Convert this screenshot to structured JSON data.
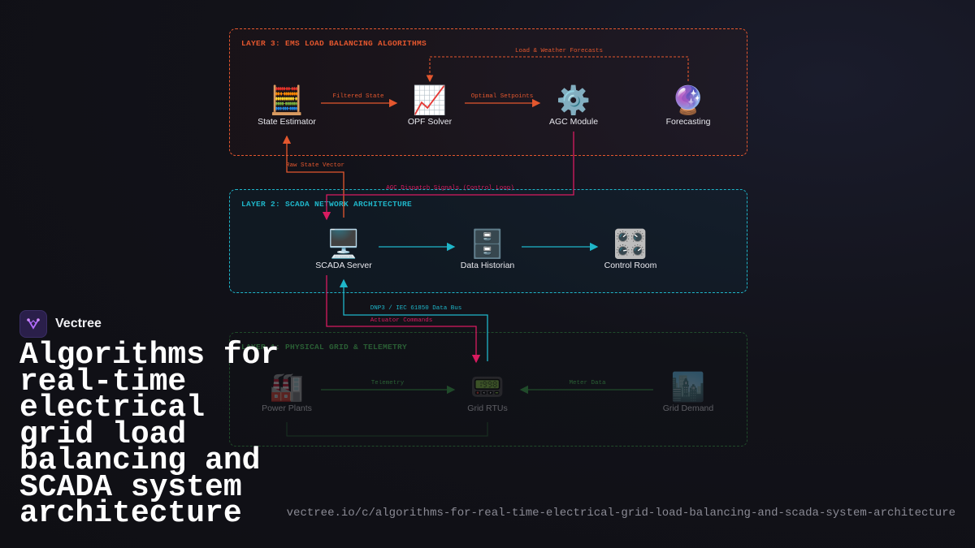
{
  "layers": {
    "l3": {
      "title": "LAYER 3: EMS LOAD BALANCING ALGORITHMS",
      "nodes": [
        {
          "icon": "🧮",
          "label": "State Estimator"
        },
        {
          "icon": "📈",
          "label": "OPF Solver"
        },
        {
          "icon": "⚙️",
          "label": "AGC Module"
        },
        {
          "icon": "🔮",
          "label": "Forecasting"
        }
      ]
    },
    "l2": {
      "title": "LAYER 2: SCADA NETWORK ARCHITECTURE",
      "nodes": [
        {
          "icon": "🖥️",
          "label": "SCADA Server"
        },
        {
          "icon": "🗄️",
          "label": "Data Historian"
        },
        {
          "icon": "🎛️",
          "label": "Control Room"
        }
      ]
    },
    "l1": {
      "title": "LAYER 1: PHYSICAL GRID & TELEMETRY",
      "nodes": [
        {
          "icon": "🏭",
          "label": "Power Plants"
        },
        {
          "icon": "📟",
          "label": "Grid RTUs"
        },
        {
          "icon": "🏙️",
          "label": "Grid Demand"
        }
      ]
    }
  },
  "edges": {
    "load_weather": "Load & Weather Forecasts",
    "filtered_state": "Filtered State",
    "optimal_setpoints": "Optimal Setpoints",
    "raw_state": "Raw State Vector",
    "agc_dispatch": "AGC Dispatch Signals (Control Loop)",
    "dnp3": "DNP3 / IEC 61850 Data Bus",
    "actuator": "Actuator Commands",
    "telemetry": "Telemetry",
    "meter_data": "Meter Data"
  },
  "colors": {
    "layer3": "#e4572e",
    "layer2": "#1fb6c9",
    "layer1": "#2d7a3a",
    "control": "#d81b60"
  },
  "brand": {
    "name": "Vectree",
    "title": "Algorithms for real-time electrical grid load balancing and SCADA system architecture",
    "url": "vectree.io/c/algorithms-for-real-time-electrical-grid-load-balancing-and-scada-system-architecture"
  }
}
